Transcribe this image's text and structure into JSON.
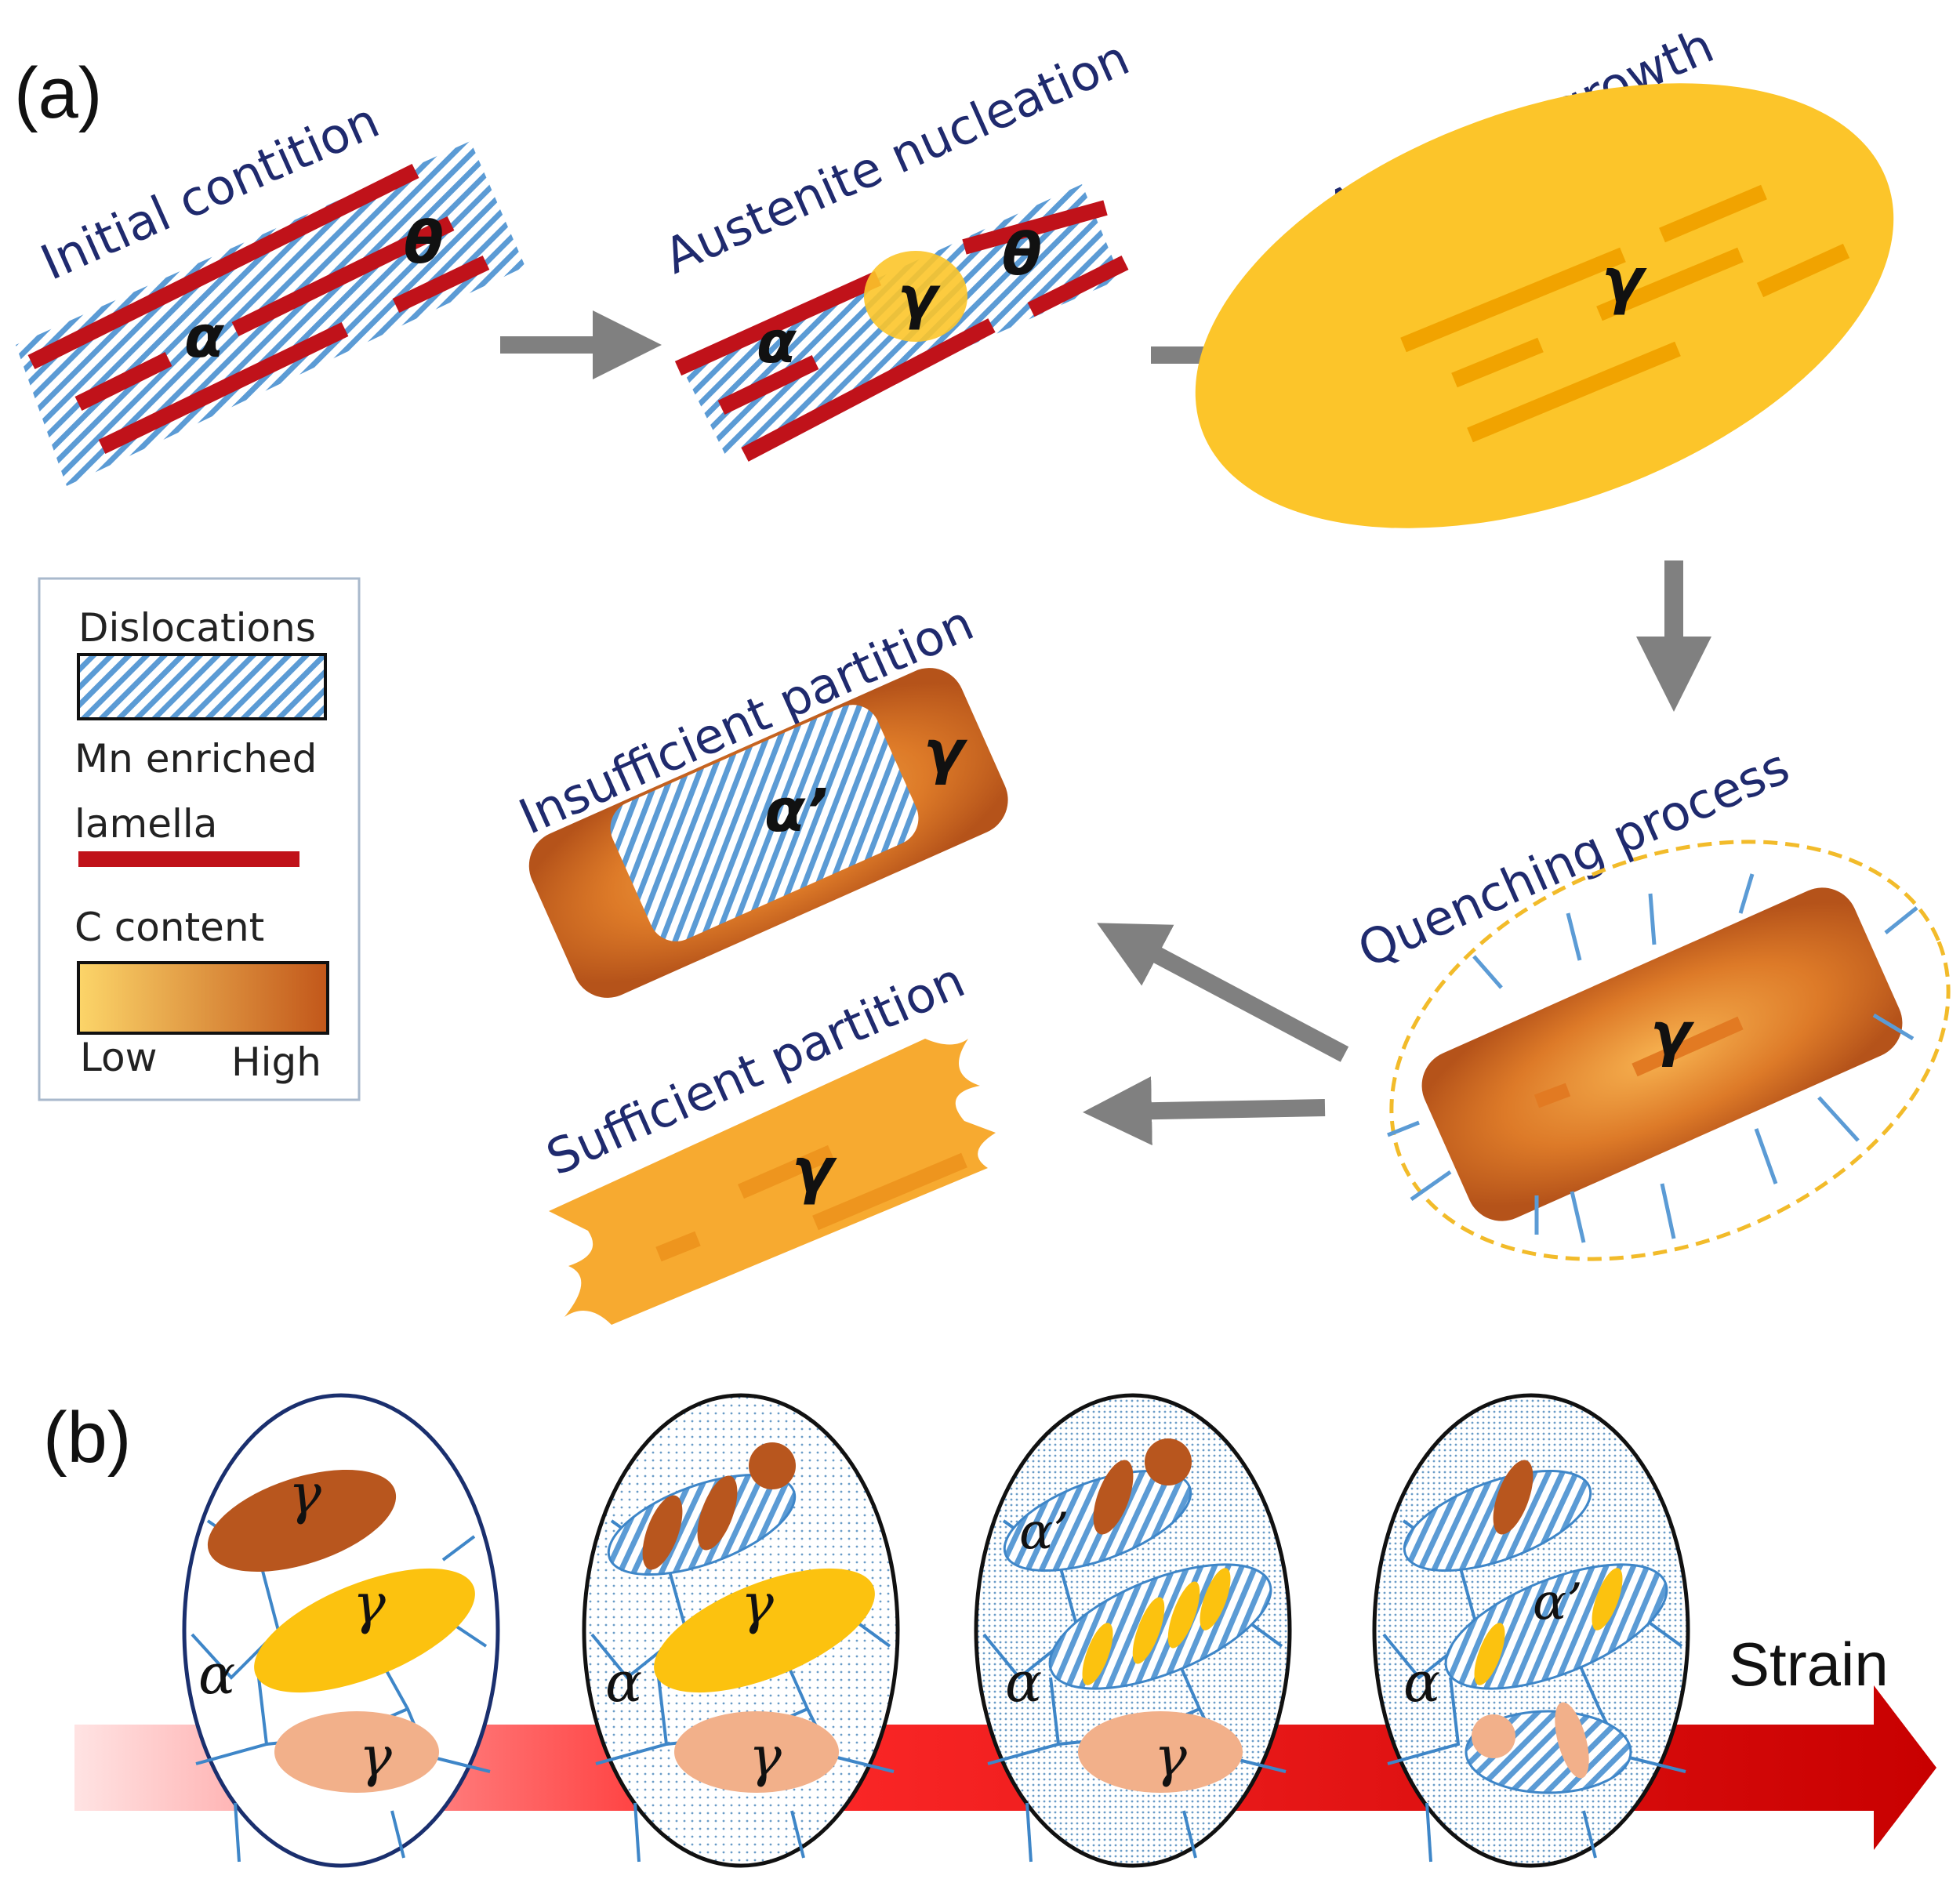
{
  "panel_a_label": "(a)",
  "panel_b_label": "(b)",
  "steps": {
    "initial": "Initial contition",
    "nucleation": "Austenite nucleation",
    "growth": "Austenite growth",
    "quenching": "Quenching process",
    "insufficient": "Insufficient partition",
    "sufficient": "Sufficient partition"
  },
  "phases": {
    "alpha": "α",
    "theta": "θ",
    "gamma": "γ",
    "alpha_prime": "α’"
  },
  "legend": {
    "dislocations": "Dislocations",
    "mn_line1": "Mn enriched",
    "mn_line2": "lamella",
    "c_content": "C content",
    "low": "Low",
    "high": "High"
  },
  "strain_label": "Strain",
  "colors": {
    "title_text": "#1f2a6e",
    "lamella": "#c0121a",
    "dislocation": "#5b9bd5",
    "austenite_low": "#fcc52a",
    "austenite_high": "#c2571a",
    "arrow_gray": "#808080",
    "strain_arrow": "#d40000"
  }
}
